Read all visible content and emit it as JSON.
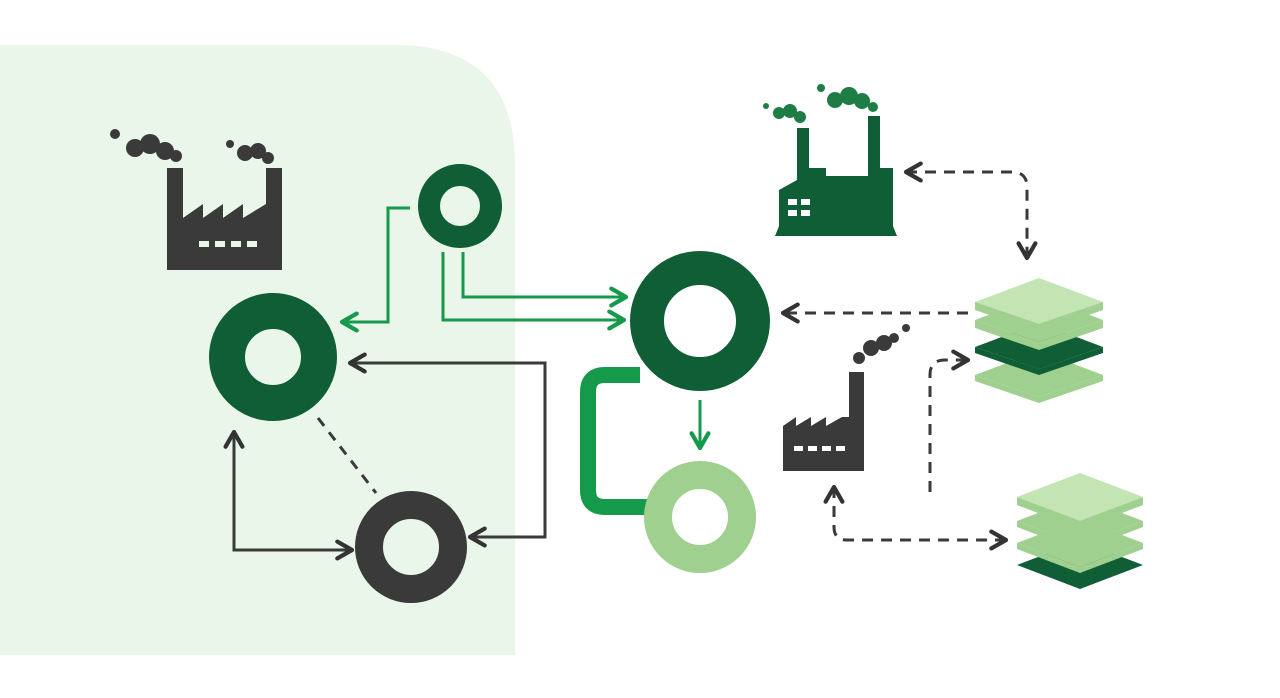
{
  "colors": {
    "background": "#ffffff",
    "panel": "#eaf6ea",
    "dark_green": "#0f5e35",
    "mid_green": "#159a4c",
    "light_green": "#9fd08f",
    "pale_green": "#c2e5b3",
    "charcoal": "#3a3a3a",
    "smoke_green": "#1d7d45"
  },
  "icons": {
    "factory_left": "factory-icon",
    "factory_green": "factory-icon",
    "factory_small": "factory-icon",
    "stack_upper": "layers-stack-icon",
    "stack_lower": "layers-stack-icon"
  },
  "nodes": [
    {
      "id": "ring-small-top",
      "color": "dark_green"
    },
    {
      "id": "ring-large-left",
      "color": "dark_green"
    },
    {
      "id": "ring-charcoal",
      "color": "charcoal"
    },
    {
      "id": "ring-hub",
      "color": "dark_green"
    },
    {
      "id": "ring-light",
      "color": "light_green"
    }
  ],
  "connectors": [
    {
      "from": "ring-small-top",
      "to": "ring-large-left",
      "style": "solid"
    },
    {
      "from": "ring-small-top",
      "to": "ring-hub",
      "style": "solid"
    },
    {
      "from": "ring-large-left",
      "to": "ring-charcoal",
      "style": "dashed"
    },
    {
      "from": "ring-charcoal",
      "to": "ring-large-left",
      "style": "solid"
    },
    {
      "from": "ring-charcoal",
      "to": "ring-large-left",
      "style": "solid"
    },
    {
      "from": "ring-hub",
      "to": "ring-light",
      "style": "solid"
    },
    {
      "from": "stack-upper",
      "to": "ring-hub",
      "style": "dashed"
    },
    {
      "from": "factory-green",
      "to": "stack-upper",
      "style": "dashed"
    },
    {
      "from": "factory-small",
      "to": "stack-lower",
      "style": "dashed"
    },
    {
      "from": "factory-small",
      "to": "stack-upper",
      "style": "dashed"
    }
  ]
}
